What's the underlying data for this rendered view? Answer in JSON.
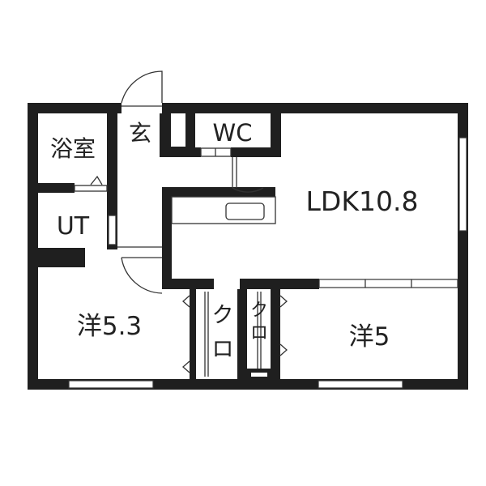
{
  "rooms": {
    "bath": "浴室",
    "entrance": "玄",
    "toilet": "WC",
    "utility": "UT",
    "ldk": "LDK10.8",
    "western_left": "洋5.3",
    "western_right": "洋5",
    "closet_left_top": "ク",
    "closet_left_bottom": "ロ",
    "closet_right_top": "ク",
    "closet_right_bottom": "ロ"
  },
  "colors": {
    "wall": "#1f1f1f",
    "line": "#333333",
    "background": "#ffffff",
    "window": "#ffffff"
  }
}
